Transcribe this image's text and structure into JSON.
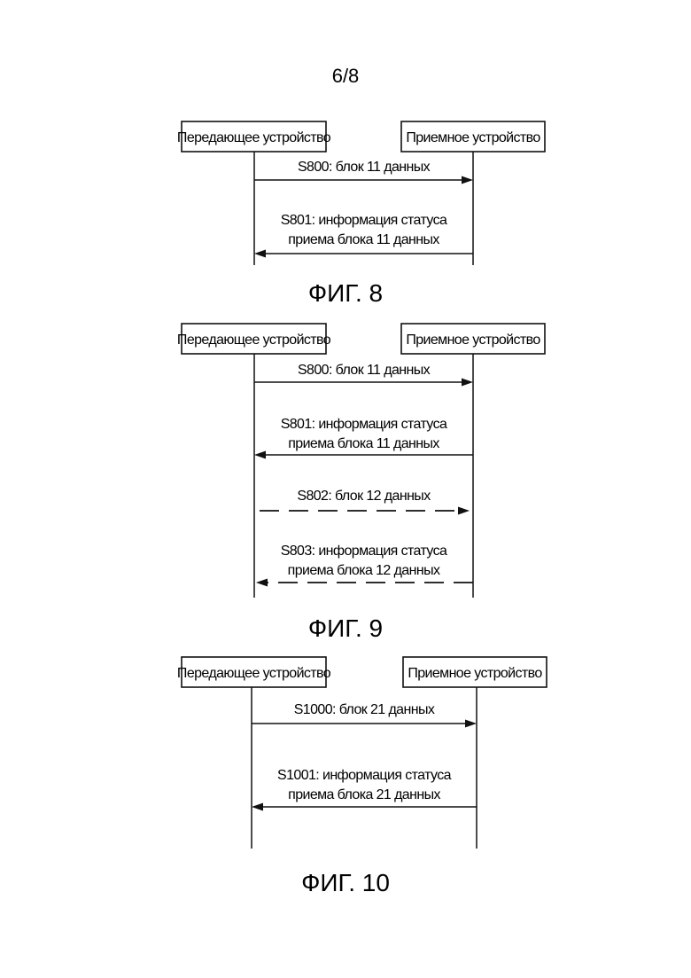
{
  "page_number": "6/8",
  "figures": [
    {
      "caption": "ФИГ. 8",
      "sender": "Передающее устройство",
      "receiver": "Приемное устройство",
      "messages": [
        {
          "id": "S800",
          "lines": [
            "S800: блок 11 данных"
          ],
          "direction": "to-receiver",
          "style": "solid"
        },
        {
          "id": "S801",
          "lines": [
            "S801: информация статуса",
            "приема блока 11 данных"
          ],
          "direction": "to-sender",
          "style": "solid"
        }
      ]
    },
    {
      "caption": "ФИГ. 9",
      "sender": "Передающее устройство",
      "receiver": "Приемное устройство",
      "messages": [
        {
          "id": "S800",
          "lines": [
            "S800: блок 11 данных"
          ],
          "direction": "to-receiver",
          "style": "solid"
        },
        {
          "id": "S801",
          "lines": [
            "S801: информация статуса",
            "приема блока 11 данных"
          ],
          "direction": "to-sender",
          "style": "solid"
        },
        {
          "id": "S802",
          "lines": [
            "S802: блок 12 данных"
          ],
          "direction": "to-receiver",
          "style": "dashed"
        },
        {
          "id": "S803",
          "lines": [
            "S803: информация статуса",
            "приема блока 12 данных"
          ],
          "direction": "to-sender",
          "style": "dashed"
        }
      ]
    },
    {
      "caption": "ФИГ. 10",
      "sender": "Передающее устройство",
      "receiver": "Приемное устройство",
      "messages": [
        {
          "id": "S1000",
          "lines": [
            "S1000: блок 21 данных"
          ],
          "direction": "to-receiver",
          "style": "solid"
        },
        {
          "id": "S1001",
          "lines": [
            "S1001: информация статуса",
            "приема блока 21 данных"
          ],
          "direction": "to-sender",
          "style": "solid"
        }
      ]
    }
  ]
}
